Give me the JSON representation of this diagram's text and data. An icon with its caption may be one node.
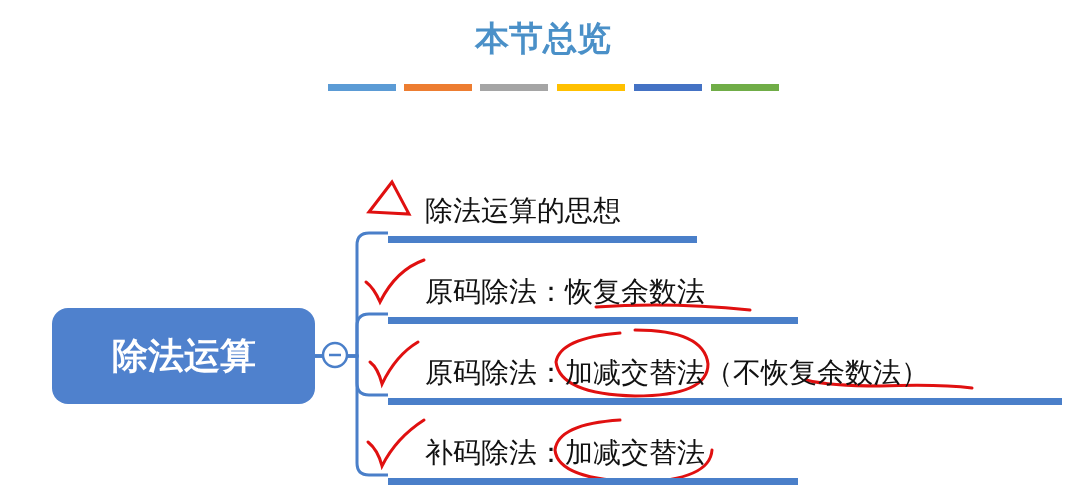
{
  "diagram": {
    "title": "本节总览",
    "nodes": [
      {
        "text": [
          "除法运算"
        ]
      },
      {
        "text": [
          "除法运算的思想"
        ]
      },
      {
        "text": [
          "原码除法：恢复余数法"
        ]
      },
      {
        "text": [
          "原码除法：加减交替法（不恢复余数法）"
        ]
      },
      {
        "text": [
          "补码除法：加减交替法"
        ]
      }
    ],
    "edges": [
      {
        "from": 0,
        "to": 1,
        "arrow": "none"
      },
      {
        "from": 0,
        "to": 2,
        "arrow": "none"
      },
      {
        "from": 0,
        "to": 3,
        "arrow": "none"
      },
      {
        "from": 0,
        "to": 4,
        "arrow": "none"
      }
    ]
  }
}
